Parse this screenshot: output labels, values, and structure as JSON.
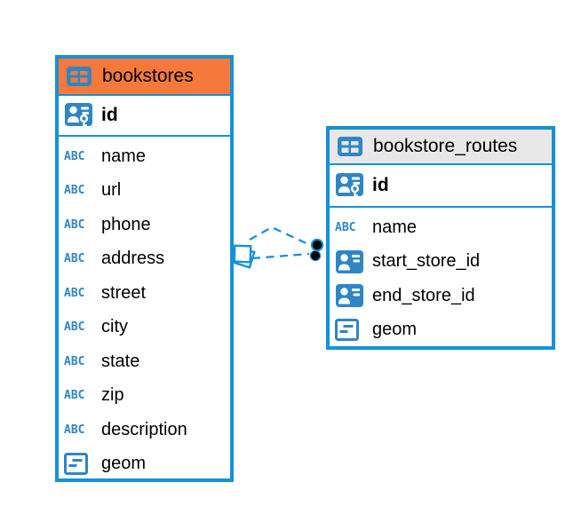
{
  "colors": {
    "accent_blue": "#1591d8",
    "icon_blue": "#2e86c7",
    "text": "#000000",
    "background": "#ffffff",
    "relationship_dot_fill": "#000000"
  },
  "icons": {
    "text_type_glyph": "ABC"
  },
  "tables": [
    {
      "name": "bookstores",
      "header_color": "#f5793b",
      "primary_key": {
        "label": "id",
        "icon": "primary-key-icon"
      },
      "columns": [
        {
          "label": "name",
          "icon": "text-type-icon"
        },
        {
          "label": "url",
          "icon": "text-type-icon"
        },
        {
          "label": "phone",
          "icon": "text-type-icon"
        },
        {
          "label": "address",
          "icon": "text-type-icon"
        },
        {
          "label": "street",
          "icon": "text-type-icon"
        },
        {
          "label": "city",
          "icon": "text-type-icon"
        },
        {
          "label": "state",
          "icon": "text-type-icon"
        },
        {
          "label": "zip",
          "icon": "text-type-icon"
        },
        {
          "label": "description",
          "icon": "text-type-icon"
        },
        {
          "label": "geom",
          "icon": "geometry-type-icon"
        }
      ]
    },
    {
      "name": "bookstore_routes",
      "header_color": "#e8e8e8",
      "primary_key": {
        "label": "id",
        "icon": "primary-key-icon"
      },
      "columns": [
        {
          "label": "name",
          "icon": "text-type-icon"
        },
        {
          "label": "start_store_id",
          "icon": "reference-type-icon"
        },
        {
          "label": "end_store_id",
          "icon": "reference-type-icon"
        },
        {
          "label": "geom",
          "icon": "geometry-type-icon"
        }
      ]
    }
  ],
  "relationships": [
    {
      "from_table": "bookstore_routes",
      "to_table": "bookstores",
      "style": "dashed"
    },
    {
      "from_table": "bookstore_routes",
      "to_table": "bookstores",
      "style": "dashed"
    }
  ]
}
